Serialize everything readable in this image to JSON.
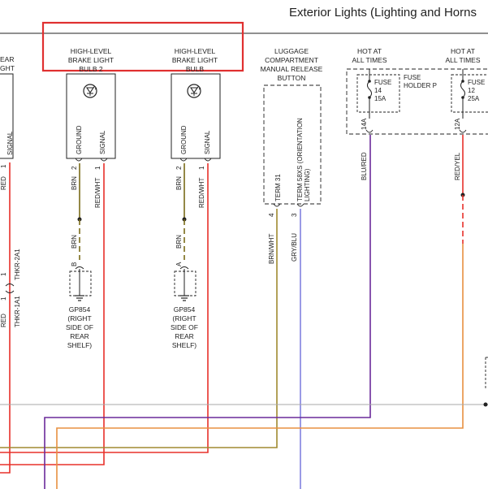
{
  "header": {
    "title": "Exterior Lights (Lighting and Horns"
  },
  "colors": {
    "red": "#e8302a",
    "brn": "#7a6a18",
    "olive": "#a08a30",
    "purple": "#6a2a9a",
    "blue": "#8080e0",
    "orange": "#e89040",
    "highlight": "#e03030"
  },
  "left_component": {
    "name_line1": "EAR",
    "name_line2": "GHT",
    "pin_label": "SIGNAL",
    "pin_num": "1",
    "wire_color": "RED",
    "connector_top": "THKR-2A1",
    "connector_bottom": "THKR-1A1",
    "connector_pin_top": "1",
    "connector_pin_bottom": "1",
    "wire_color_bottom": "RED"
  },
  "bulb2": {
    "name_line1": "HIGH-LEVEL",
    "name_line2": "BRAKE LIGHT",
    "name_line3": "BULB 2",
    "pin_ground": "GROUND",
    "pin_signal": "SIGNAL",
    "pin_ground_num": "2",
    "pin_signal_num": "1",
    "wire_ground": "BRN",
    "wire_signal": "RED/WHT",
    "wire_ground_lower": "BRN",
    "ground_pin": "B",
    "ground_id": "GP854",
    "ground_desc1": "(RIGHT",
    "ground_desc2": "SIDE OF",
    "ground_desc3": "REAR",
    "ground_desc4": "SHELF)"
  },
  "bulb": {
    "name_line1": "HIGH-LEVEL",
    "name_line2": "BRAKE LIGHT",
    "name_line3": "BULB",
    "pin_ground": "GROUND",
    "pin_signal": "SIGNAL",
    "pin_ground_num": "2",
    "pin_signal_num": "1",
    "wire_ground": "BRN",
    "wire_signal": "RED/WHT",
    "wire_ground_lower": "BRN",
    "ground_pin": "A",
    "ground_id": "GP854",
    "ground_desc1": "(RIGHT",
    "ground_desc2": "SIDE OF",
    "ground_desc3": "REAR",
    "ground_desc4": "SHELF)"
  },
  "luggage_button": {
    "name_line1": "LUGGAGE",
    "name_line2": "COMPARTMENT",
    "name_line3": "MANUAL RELEASE",
    "name_line4": "BUTTON",
    "pin_term31": "TERM 31",
    "pin_term58_line1": "TERM 58XS (ORIENTATION",
    "pin_term58_line2": "LIGHTING)",
    "pin_term31_num": "4",
    "pin_term58_num": "3",
    "wire_term31": "BRN/WHT",
    "wire_term58": "GRY/BLU"
  },
  "fuse14": {
    "hot_line1": "HOT AT",
    "hot_line2": "ALL TIMES",
    "fuse_label": "FUSE",
    "fuse_num": "14",
    "fuse_amp": "15A",
    "holder_line1": "FUSE",
    "holder_line2": "HOLDER P",
    "pin": "14A",
    "wire": "BLU/RED"
  },
  "fuse12": {
    "hot_line1": "HOT AT",
    "hot_line2": "ALL TIMES",
    "fuse_label": "FUSE",
    "fuse_num": "12",
    "fuse_amp": "25A",
    "pin": "12A",
    "wire": "RED/YEL"
  }
}
